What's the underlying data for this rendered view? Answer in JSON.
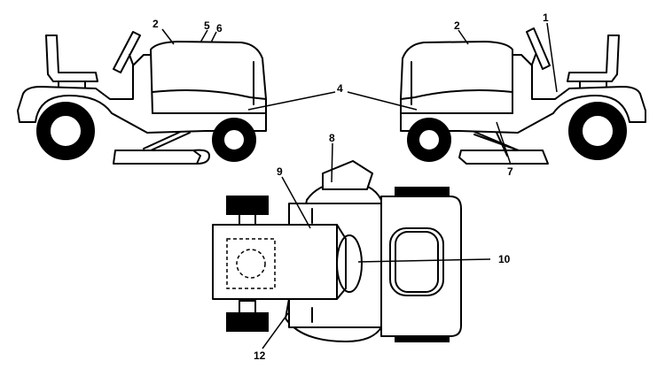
{
  "callouts": {
    "c1": "1",
    "c2_left": "2",
    "c2_right": "2",
    "c4": "4",
    "c5": "5",
    "c6": "6",
    "c7": "7",
    "c8": "8",
    "c9": "9",
    "c10": "10",
    "c12": "12"
  },
  "colors": {
    "line": "#000000",
    "background": "#ffffff"
  }
}
